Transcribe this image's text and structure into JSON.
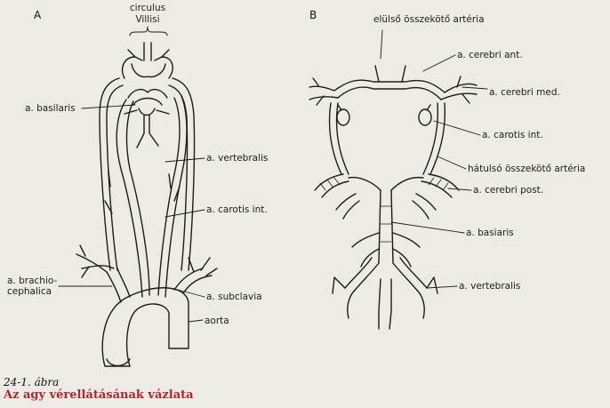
{
  "panels": {
    "a": {
      "letter": "A",
      "labels": {
        "circulus_line1": "circulus",
        "circulus_line2": "Villisi",
        "basilaris": "a. basilaris",
        "vertebralis": "a. vertebralis",
        "carotis": "a. carotis int.",
        "brachio_line1": "a. brachio-",
        "brachio_line2": "cephalica",
        "subclavia": "a. subclavia",
        "aorta": "aorta"
      }
    },
    "b": {
      "letter": "B",
      "labels": {
        "anterior_communicating": "elülső összekötő artéria",
        "cerebri_ant": "a. cerebri ant.",
        "cerebri_med": "a. cerebri med.",
        "carotis": "a. carotis int.",
        "posterior_communicating": "hátulsó összekötő artéria",
        "cerebri_post": "a. cerebri post.",
        "basiaris": "a. basiaris",
        "vertebralis": "a. vertebralis"
      }
    }
  },
  "caption": {
    "number": "24-1. ábra",
    "title": "Az agy vérellátásának vázlata"
  },
  "colors": {
    "background": "#ecebe6",
    "ink": "#1c1c1c",
    "caption_title": "#b3262a"
  }
}
